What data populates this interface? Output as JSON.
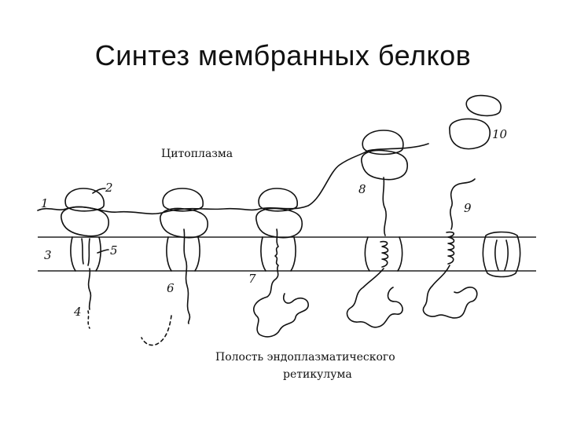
{
  "title": "Синтез мембранных белков",
  "regions": {
    "cytoplasm": "Цитоплазма",
    "er_lumen_line1": "Полость эндоплазматического",
    "er_lumen_line2": "ретикулума"
  },
  "numbers": {
    "n1": "1",
    "n2": "2",
    "n3": "3",
    "n4": "4",
    "n5": "5",
    "n6": "6",
    "n7": "7",
    "n8": "8",
    "n9": "9",
    "n10": "10"
  }
}
